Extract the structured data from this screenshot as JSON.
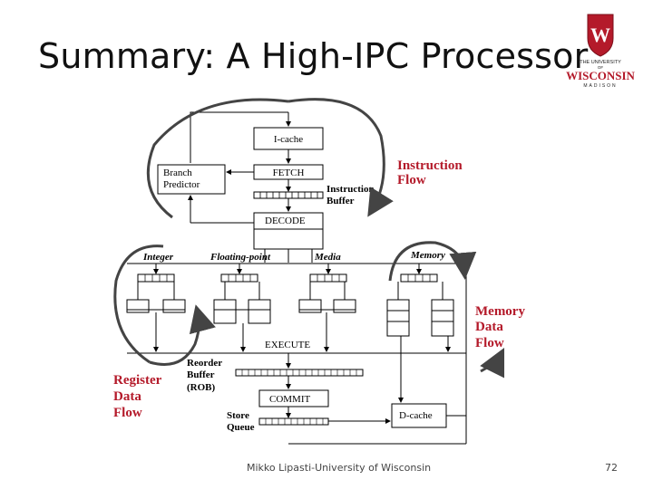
{
  "slide": {
    "title": "Summary: A High-IPC Processor",
    "footer_text": "Mikko Lipasti-University of Wisconsin",
    "page_number": "72"
  },
  "logo": {
    "line1": "THE UNIVERSITY",
    "line2": "OF",
    "line3": "WISCONSIN",
    "line4": "MADISON",
    "crest_letter": "W",
    "brand_color": "#b41a2a"
  },
  "diagram": {
    "icache": "I-cache",
    "fetch": "FETCH",
    "branch_predictor": [
      "Branch",
      "Predictor"
    ],
    "instruction_buffer": [
      "Instruction",
      "Buffer"
    ],
    "decode": "DECODE",
    "integer": "Integer",
    "floating_point": "Floating-point",
    "media": "Media",
    "memory": "Memory",
    "execute": "EXECUTE",
    "reorder_buffer": [
      "Reorder",
      "Buffer",
      "(ROB)"
    ],
    "commit": "COMMIT",
    "store_queue": [
      "Store",
      "Queue"
    ],
    "dcache": "D-cache",
    "instruction_flow": [
      "Instruction",
      "Flow"
    ],
    "memory_data_flow": [
      "Memory",
      "Data",
      "Flow"
    ],
    "register_data_flow": [
      "Register",
      "Data",
      "Flow"
    ]
  }
}
